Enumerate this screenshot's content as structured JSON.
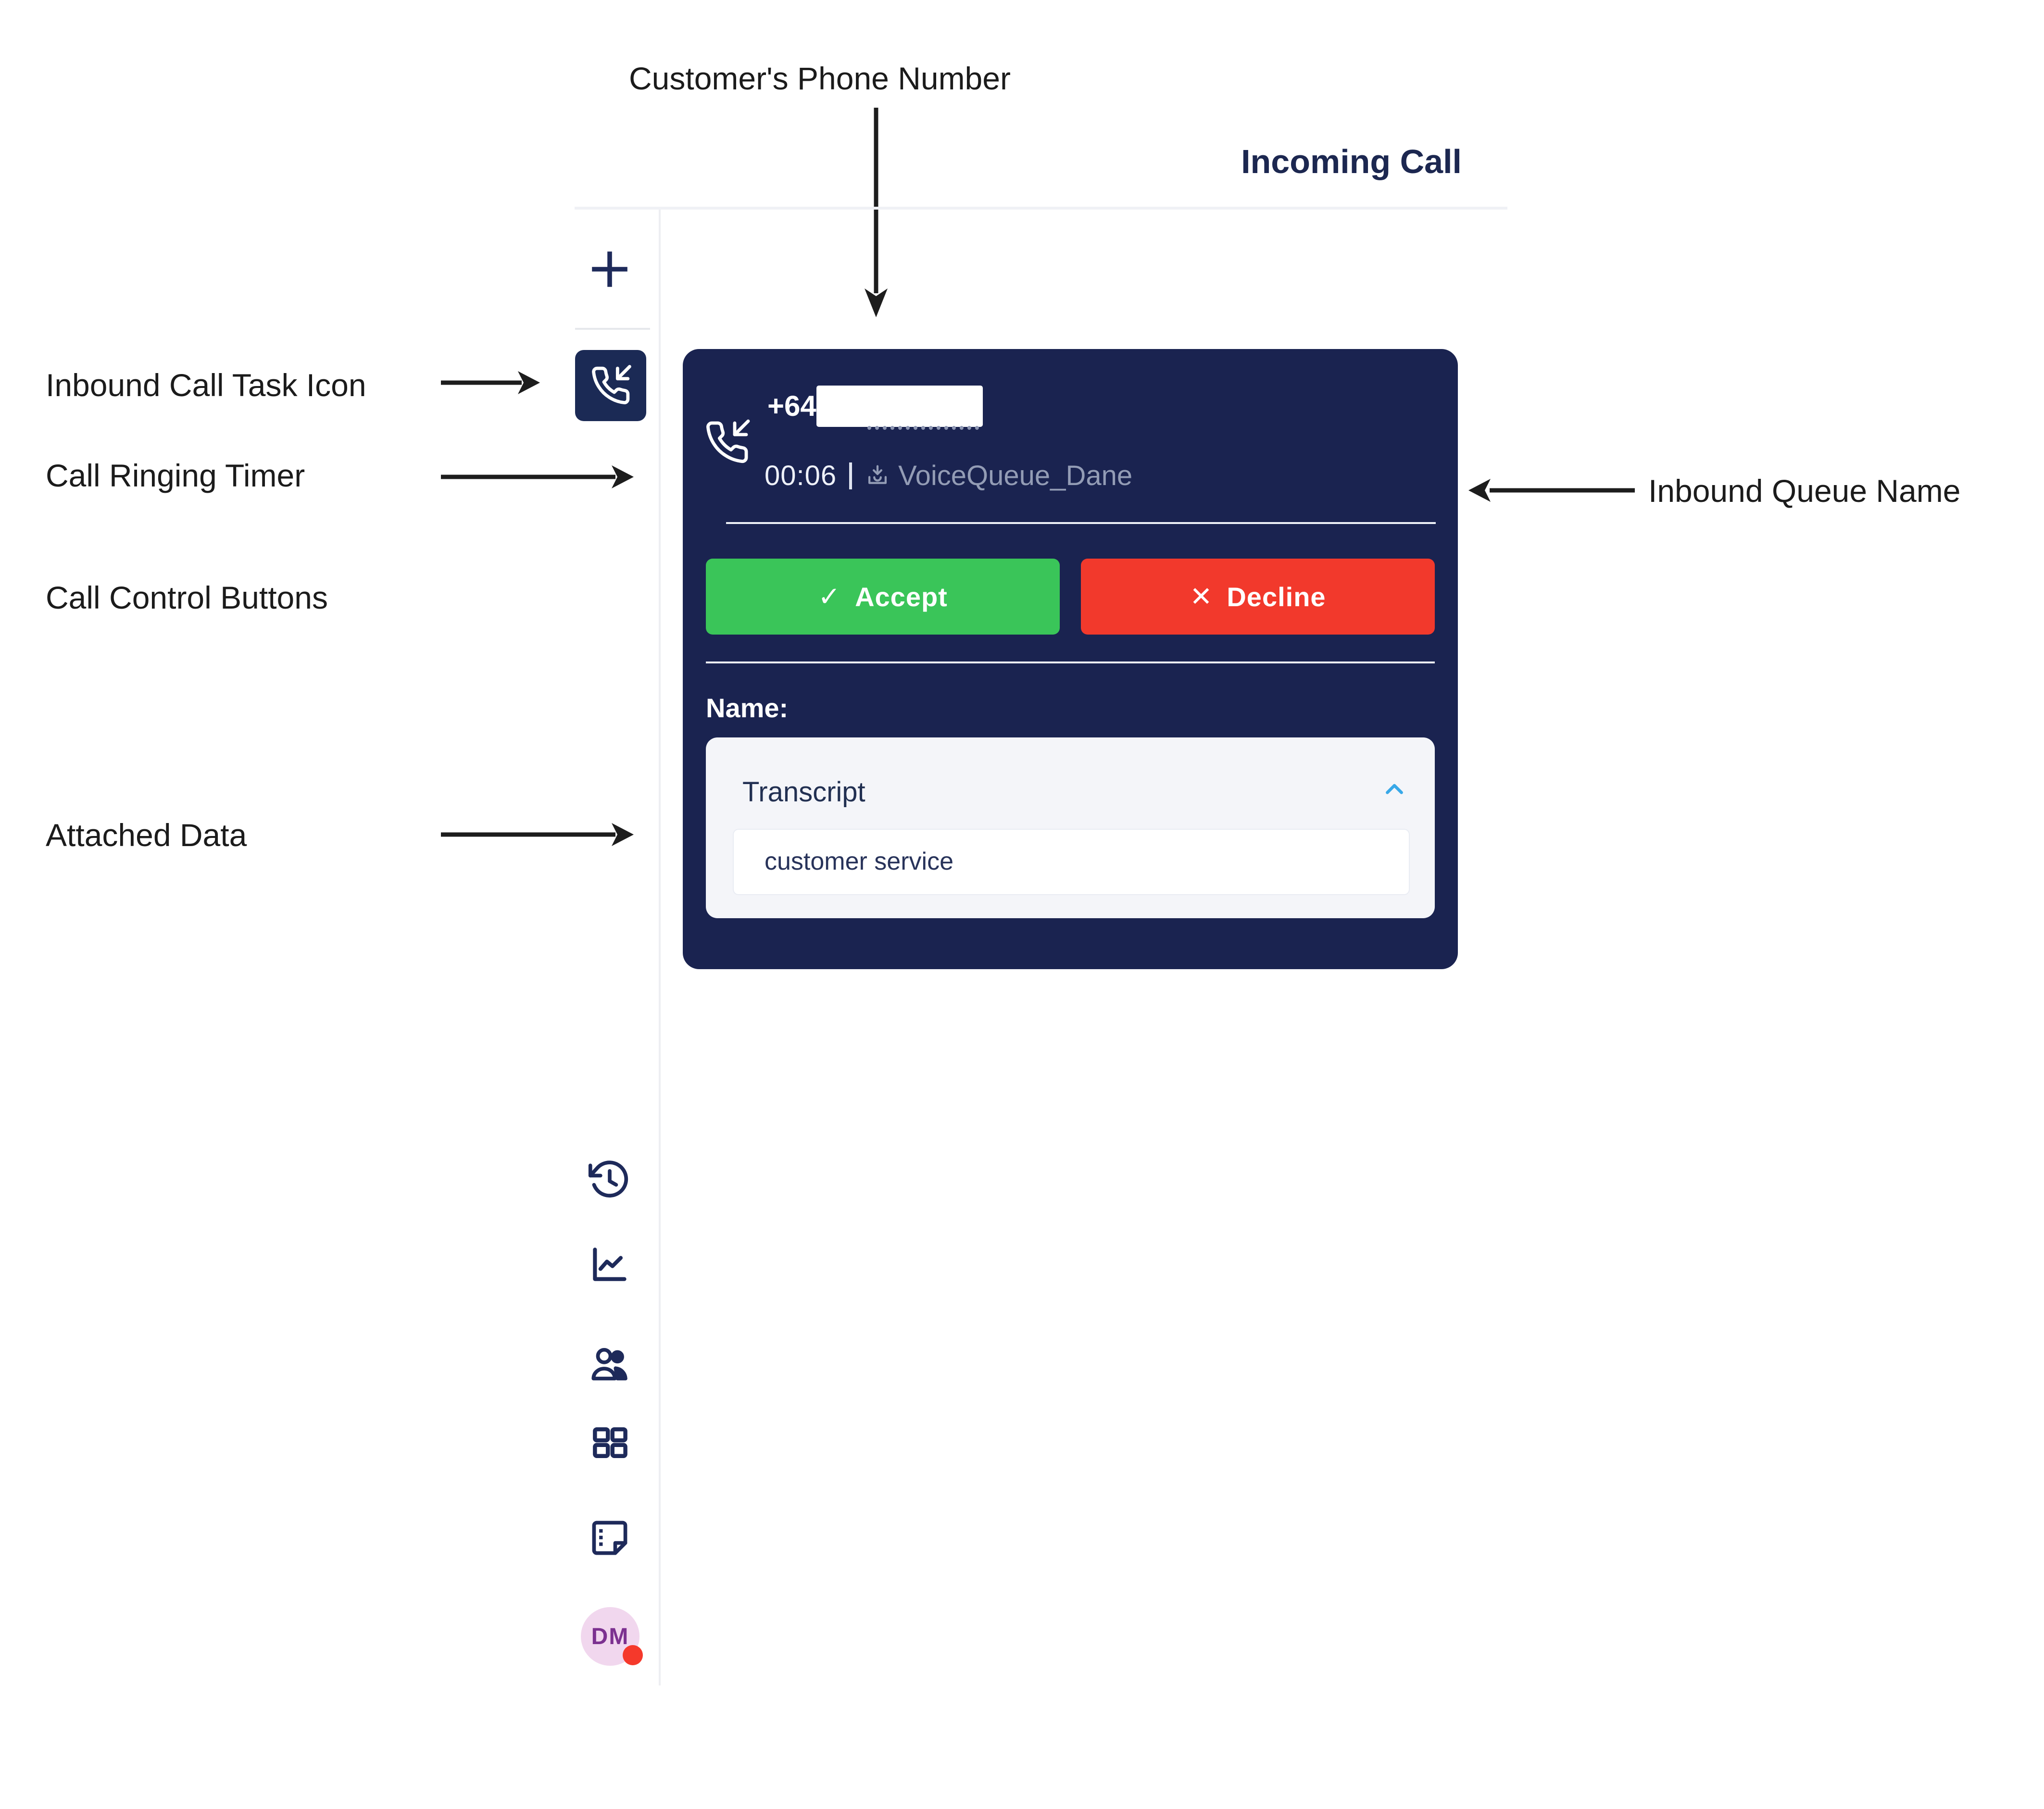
{
  "annotations": {
    "customer_phone_label": "Customer's Phone Number",
    "inbound_task_label": "Inbound Call Task Icon",
    "ringing_timer_label": "Call Ringing Timer",
    "call_controls_label": "Call Control Buttons",
    "attached_data_label": "Attached Data",
    "queue_name_label": "Inbound Queue Name"
  },
  "header": {
    "title": "Incoming Call"
  },
  "call_card": {
    "phone_number_prefix": "+64",
    "ringing_timer": "00:06",
    "queue_name": "VoiceQueue_Dane",
    "accept": {
      "icon": "✓",
      "label": "Accept"
    },
    "decline": {
      "icon": "✕",
      "label": "Decline"
    },
    "name_label": "Name:",
    "attached_data": {
      "title": "Transcript",
      "value": "customer service"
    }
  },
  "sidebar": {
    "avatar_initials": "DM",
    "icons": [
      "plus",
      "inbound-call",
      "history",
      "report-chart",
      "contacts",
      "apps-grid",
      "notes"
    ]
  },
  "colors": {
    "card_navy": "#1a2350",
    "accept_green": "#3ac559",
    "decline_red": "#f2392c",
    "chevron_cyan": "#38a8e8",
    "avatar_bg": "#f1d7ee",
    "avatar_text": "#7c3190",
    "status_dot_red": "#f5392b"
  }
}
